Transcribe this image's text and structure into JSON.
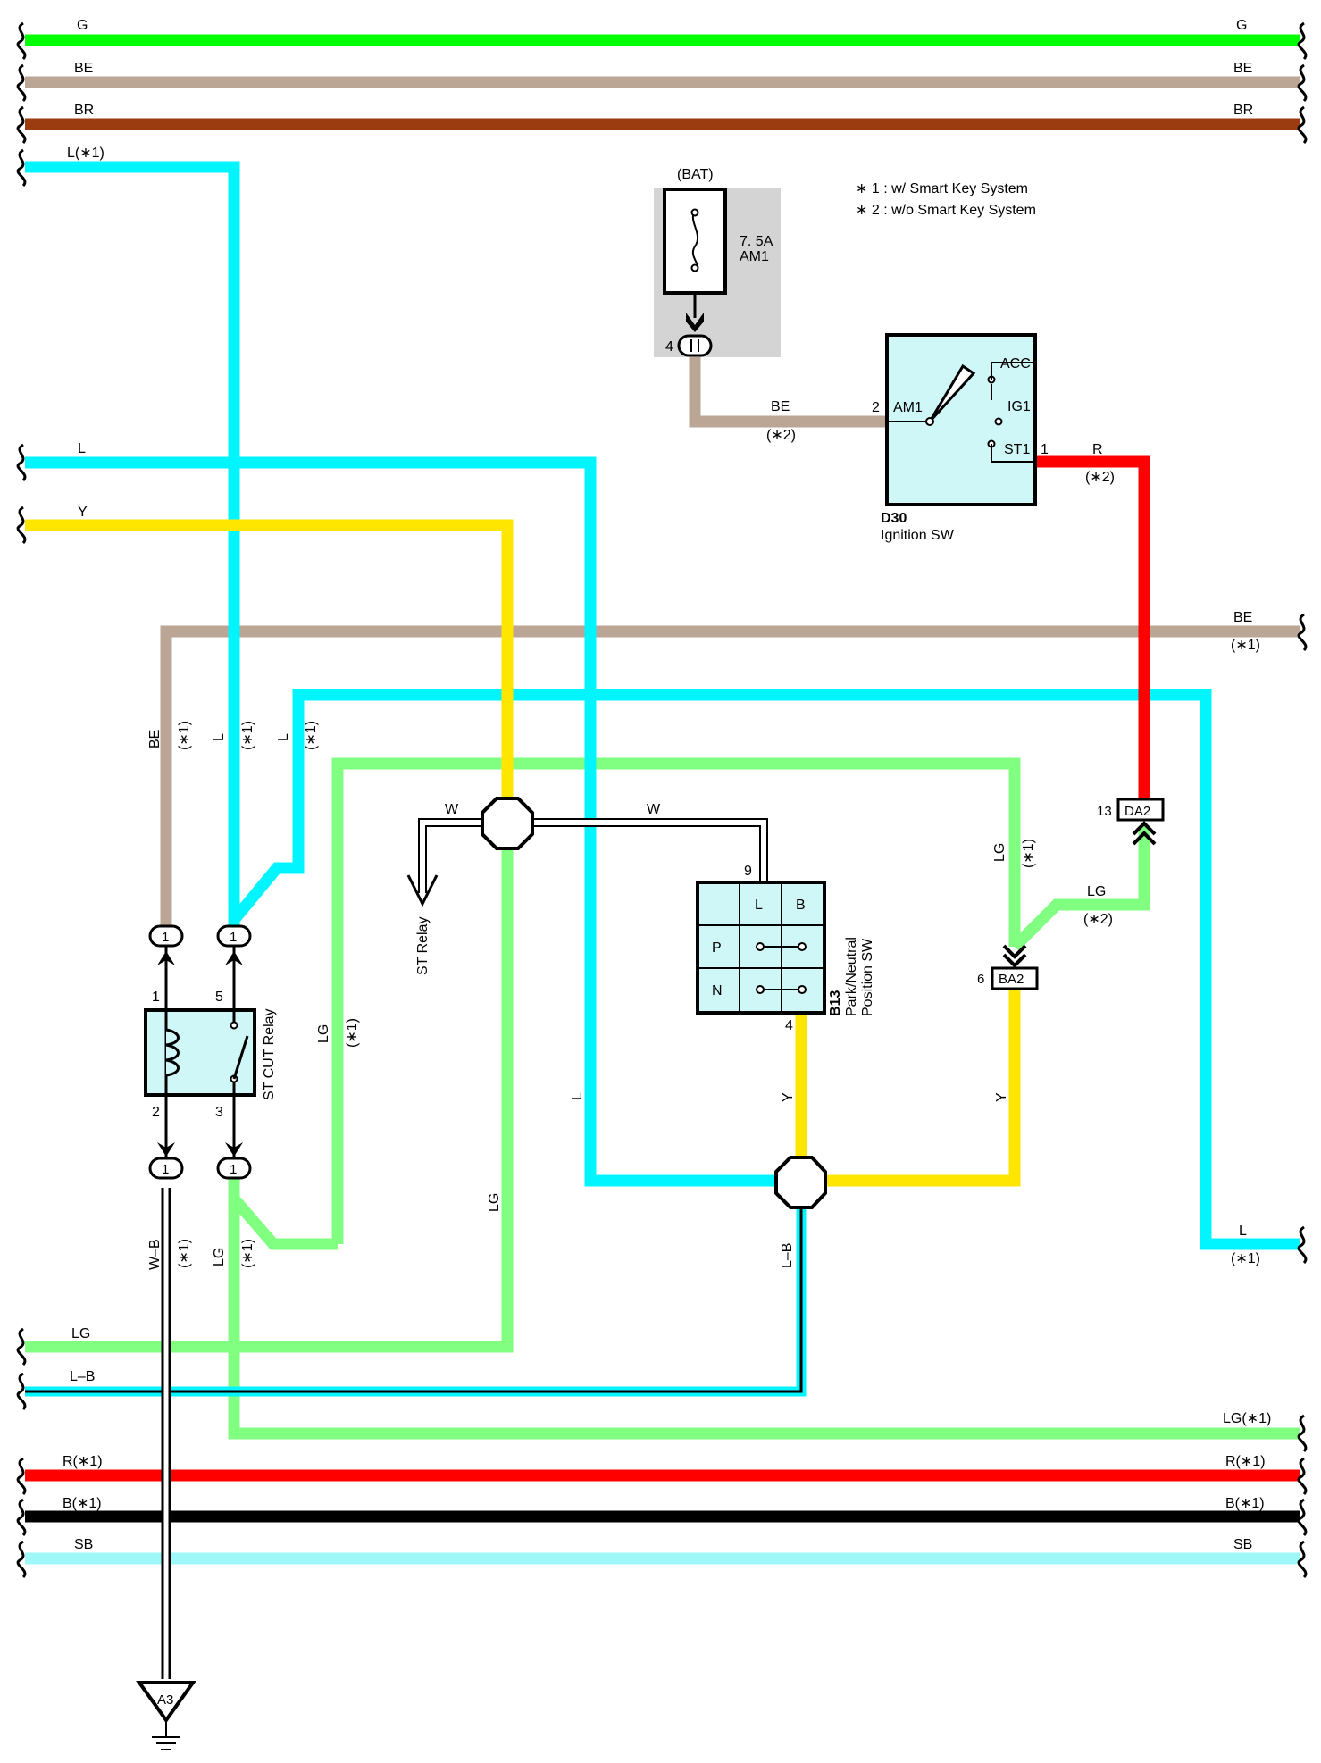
{
  "colors": {
    "G": "#00ff00",
    "BE": "#bba696",
    "BR": "#9a3b10",
    "L": "#00f5ff",
    "Y": "#ffe600",
    "LG": "#80ff80",
    "R": "#ff0000",
    "B": "#000000",
    "SB": "#9ef8f8",
    "W": "#ffffff",
    "component_fill": "#cff7f7",
    "fuse_box_bg": "#d4d4d4"
  },
  "notes": [
    "∗ 1 : w/ Smart Key System",
    "∗ 2 : w/o Smart Key System"
  ],
  "wire_labels": {
    "g_left": "G",
    "g_right": "G",
    "be_left": "BE",
    "be_right": "BE",
    "br_left": "BR",
    "br_right": "BR",
    "l1_left": "L(∗1)",
    "l_left": "L",
    "y_left": "Y",
    "be2_right": "BE",
    "be2_right_note": "(∗1)",
    "be_vert": "BE",
    "be_vert_note": "(∗1)",
    "l_vert1": "L",
    "l_vert1_note": "(∗1)",
    "l_vert2": "L",
    "l_vert2_note": "(∗1)",
    "be_ign": "BE",
    "be_ign_note": "(∗2)",
    "r_ign": "R",
    "r_ign_note": "(∗2)",
    "w_left": "W",
    "w_right": "W",
    "lg_vert_right": "LG",
    "lg_vert_right_note": "(∗1)",
    "lg_da2": "LG",
    "lg_da2_note": "(∗2)",
    "lg_vert_left": "LG",
    "lg_vert_left_note": "(∗1)",
    "l_mid": "L",
    "y_pn": "Y",
    "y_ba2": "Y",
    "lg_mid": "LG",
    "l_right": "L",
    "l_right_note": "(∗1)",
    "wb_vert": "W–B",
    "wb_vert_note": "(∗1)",
    "lg_relay3": "LG",
    "lg_relay3_note": "(∗1)",
    "lb_vert": "L–B",
    "lg_bottom_left": "LG",
    "lb_bottom_left": "L–B",
    "lg1_bottom_right": "LG(∗1)",
    "r_bottom_left": "R(∗1)",
    "r_bottom_right": "R(∗1)",
    "b_bottom_left": "B(∗1)",
    "b_bottom_right": "B(∗1)",
    "sb_left": "SB",
    "sb_right": "SB"
  },
  "fuse": {
    "bat": "(BAT)",
    "rating": "7. 5A",
    "name": "AM1",
    "pin": "4"
  },
  "ignition_sw": {
    "code": "D30",
    "name": "Ignition SW",
    "terminals": [
      "AM1",
      "ACC",
      "IG1",
      "ST1"
    ],
    "pin_am1": "2",
    "pin_st1": "1"
  },
  "park_neutral_sw": {
    "code": "B13",
    "name_line1": "Park/Neutral",
    "name_line2": "Position SW",
    "col_l": "L",
    "col_b": "B",
    "row_p": "P",
    "row_n": "N",
    "pin_top": "9",
    "pin_bottom": "4"
  },
  "st_cut_relay": {
    "name": "ST CUT Relay",
    "pins": [
      "1",
      "5",
      "2",
      "3"
    ]
  },
  "connectors": {
    "relay_top_left": "1",
    "relay_top_right": "1",
    "relay_bottom_left": "1",
    "relay_bottom_right": "1",
    "da2": "DA2",
    "da2_pin": "13",
    "ba2": "BA2",
    "ba2_pin": "6"
  },
  "st_relay": "ST Relay",
  "ground": "A3"
}
